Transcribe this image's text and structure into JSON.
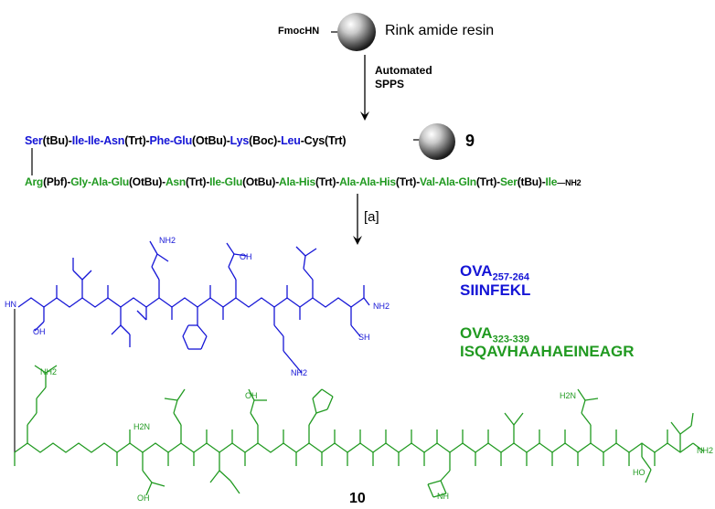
{
  "resin": {
    "fmoc": "FmocHN",
    "name": "Rink amide resin"
  },
  "step1": {
    "line1": "Automated",
    "line2": "SPPS"
  },
  "seq1": [
    "Ser",
    "(tBu)-",
    "Ile-Ile-Asn",
    "(Trt)-",
    "Phe-Glu",
    "(OtBu)-",
    "Lys",
    "(Boc)-",
    "Leu",
    "-Cys(Trt)"
  ],
  "compound9": "9",
  "seq2": [
    "Arg",
    "(Pbf)-",
    "Gly-Ala-Glu",
    "(OtBu)-",
    "Asn",
    "(Trt)-",
    "Ile-Glu",
    "(OtBu)-",
    "Ala-His",
    "(Trt)-",
    "Ala-Ala-His",
    "(Trt)-",
    "Val-Ala-Gln",
    "(Trt)-",
    "Ser",
    "(tBu)-",
    "Ile",
    "—NH2"
  ],
  "step2": "[a]",
  "epitope1": {
    "name": "OVA",
    "range": "257-264",
    "sequence": "SIINFEKL"
  },
  "epitope2": {
    "name": "OVA",
    "range": "323-339",
    "sequence": "ISQAVHAAHAEINEAGR"
  },
  "atoms": {
    "hn": "HN",
    "oh": "OH",
    "ho": "HO",
    "nh2": "NH2",
    "h2n": "H2N",
    "oh_acid": "OH",
    "sh": "SH",
    "nh": "NH"
  },
  "compound10": "10"
}
